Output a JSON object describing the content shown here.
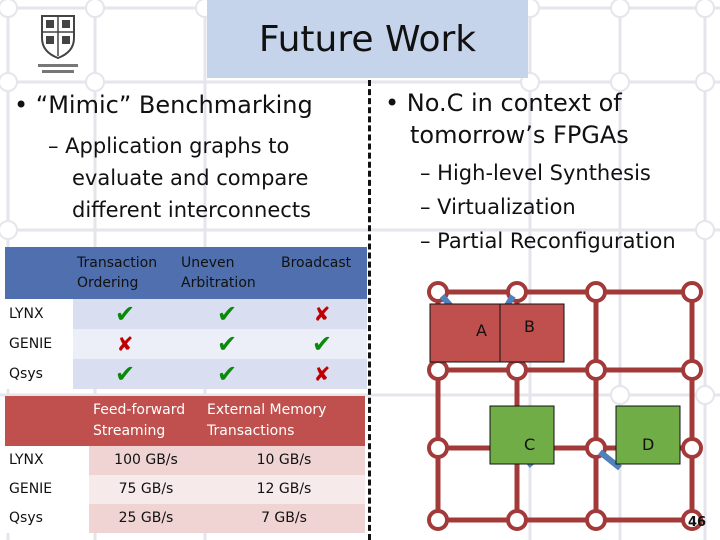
{
  "slide": {
    "title": "Future Work",
    "page_number": "46"
  },
  "left": {
    "bullet": "• “Mimic” Benchmarking",
    "sub_lines": [
      "– Application graphs to",
      "evaluate and compare",
      "different interconnects"
    ]
  },
  "right": {
    "bullet_lines": [
      "• No.C in context of",
      "tomorrow’s FPGAs"
    ],
    "sub_items": [
      "– High-level Synthesis",
      "– Virtualization",
      "– Partial Reconfiguration"
    ]
  },
  "table1": {
    "headers": [
      "",
      "Transaction Ordering",
      "Uneven Arbitration",
      "Broadcast"
    ],
    "rows": [
      {
        "label": "LYNX",
        "marks": [
          "check",
          "check",
          "cross"
        ]
      },
      {
        "label": "GENIE",
        "marks": [
          "cross",
          "check",
          "check"
        ]
      },
      {
        "label": "Qsys",
        "marks": [
          "check",
          "check",
          "cross"
        ]
      }
    ],
    "header_color": "#4f6fae"
  },
  "table2": {
    "headers": [
      "",
      "Feed-forward Streaming",
      "External Memory Transactions"
    ],
    "rows": [
      {
        "label": "LYNX",
        "values": [
          "100 GB/s",
          "10 GB/s"
        ]
      },
      {
        "label": "GENIE",
        "values": [
          "75 GB/s",
          "12 GB/s"
        ]
      },
      {
        "label": "Qsys",
        "values": [
          "25 GB/s",
          "7 GB/s"
        ]
      }
    ],
    "header_color": "#c0504d"
  },
  "diagram": {
    "nodes": [
      {
        "label": "A",
        "color": "#c0504d"
      },
      {
        "label": "B",
        "color": "#c0504d"
      },
      {
        "label": "C",
        "color": "#70ad47"
      },
      {
        "label": "D",
        "color": "#70ad47"
      }
    ],
    "link_color": "#a33a3a",
    "router_color": "#4f81bd"
  }
}
